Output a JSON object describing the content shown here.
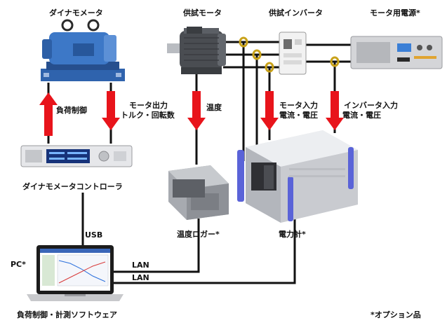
{
  "devices": {
    "dynamometer": {
      "label": "ダイナモメータ"
    },
    "test_motor": {
      "label": "供試モータ"
    },
    "test_inverter": {
      "label": "供試インバータ"
    },
    "motor_power_supply": {
      "label": "モータ用電源*"
    },
    "dynamometer_controller": {
      "label": "ダイナモメータコントローラ"
    },
    "temperature_logger": {
      "label": "温度ロガー*"
    },
    "power_meter": {
      "label": "電力計*"
    },
    "pc": {
      "label": "PC*"
    },
    "software": {
      "label": "負荷制御・計測ソフトウェア"
    }
  },
  "signals": {
    "load_control": "負荷制御",
    "motor_output_1": "モータ出力",
    "motor_output_2": "トルク・回転数",
    "temperature": "温度",
    "motor_input_1": "モータ入力",
    "motor_input_2": "電流・電圧",
    "inverter_input_1": "インバータ入力",
    "inverter_input_2": "電流・電圧"
  },
  "connections": {
    "usb": "USB",
    "lan_logger": "LAN",
    "lan_meter": "LAN"
  },
  "footnote": "*オプション品",
  "colors": {
    "arrow": "#e8141b",
    "cable": "#111111",
    "probe": "#c9a21a",
    "dyno_body": "#3d78c7",
    "dyno_base": "#2f63ad",
    "motor_body": "#4a4d52",
    "meter_body": "#dadbe0",
    "meter_handle": "#5a63d8"
  }
}
